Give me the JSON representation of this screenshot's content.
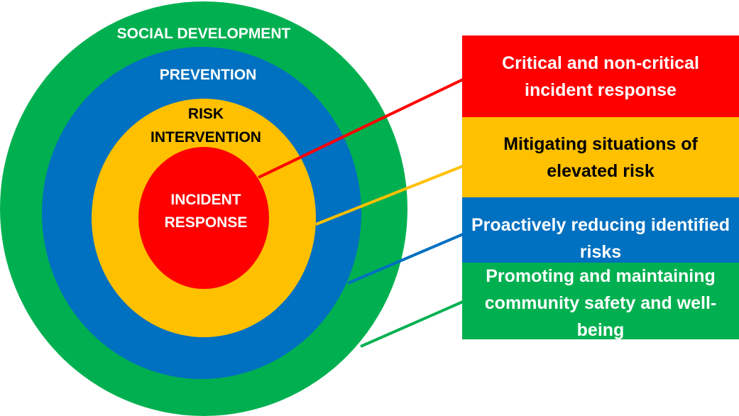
{
  "colors": {
    "red": "#ff0000",
    "yellow": "#ffc000",
    "blue": "#0070c0",
    "green": "#00b050"
  },
  "rings": {
    "social_development": "SOCIAL DEVELOPMENT",
    "prevention": "PREVENTION",
    "risk_line1": "RISK",
    "risk_line2": "INTERVENTION",
    "incident_line1": "INCIDENT",
    "incident_line2": "RESPONSE"
  },
  "boxes": {
    "incident": "Critical and non-critical incident response",
    "risk": "Mitigating situations of elevated risk",
    "prevention": "Proactively reducing identified risks",
    "social": "Promoting and maintaining community safety and well-being"
  }
}
